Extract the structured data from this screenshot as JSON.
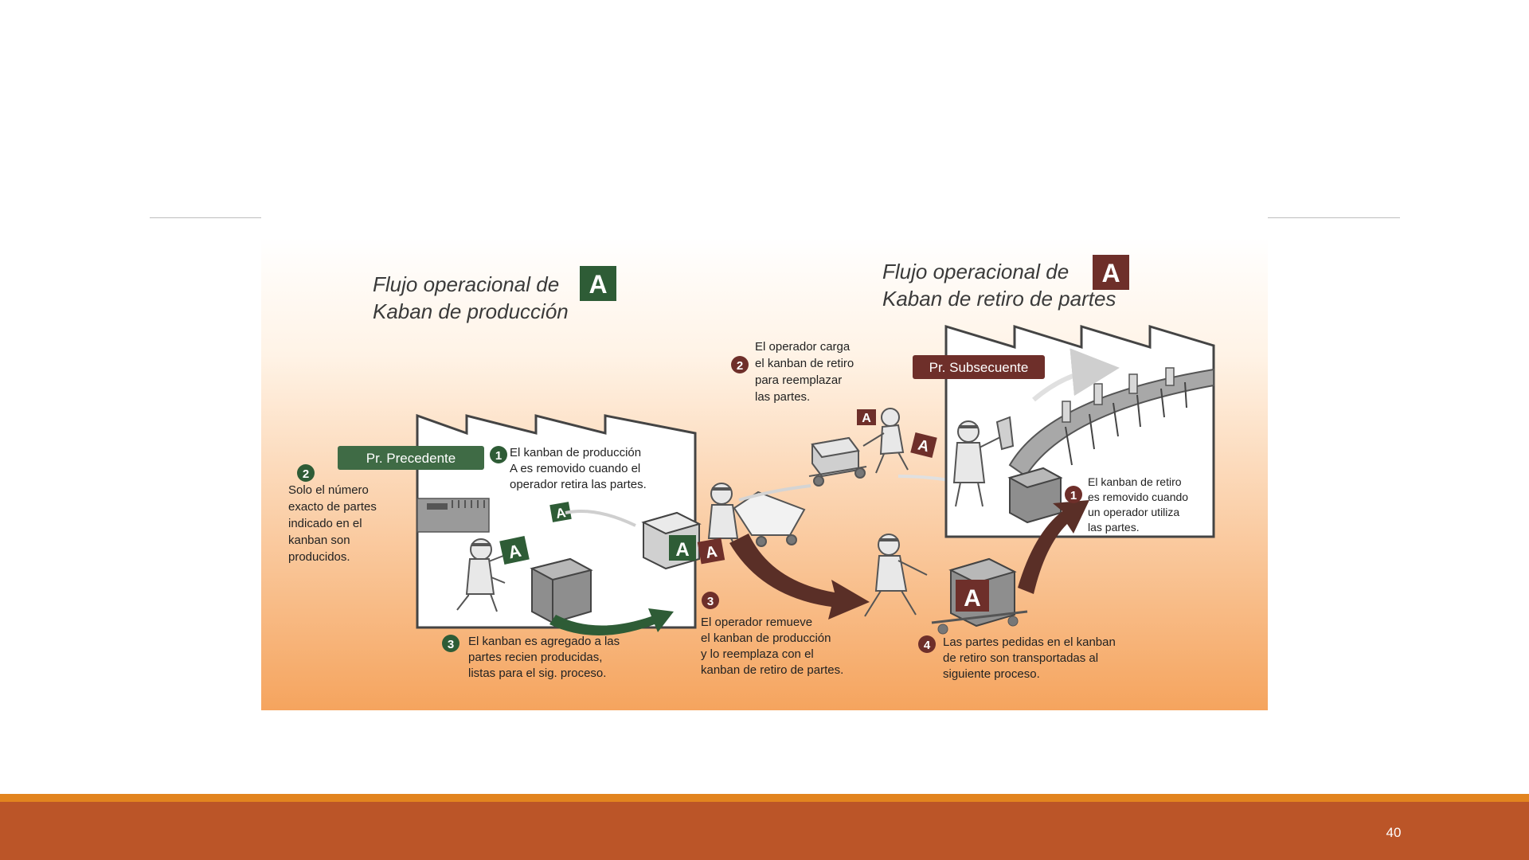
{
  "slide": {
    "page_number": "40"
  },
  "diagram": {
    "left_title": {
      "line1": "Flujo operacional de",
      "line2": "Kaban de producción",
      "badge": "A"
    },
    "right_title": {
      "line1": "Flujo operacional de",
      "line2": "Kaban de retiro de partes",
      "badge": "A"
    },
    "left_process_label": "Pr. Precedente",
    "right_process_label": "Pr. Subsecuente",
    "kanban_letter": "A",
    "steps": {
      "prod_1": {
        "number": "1",
        "lines": [
          "El kanban de producción",
          "A es removido cuando el",
          "operador retira las partes."
        ]
      },
      "prod_2": {
        "number": "2",
        "lines": [
          "Solo el número",
          "exacto de partes",
          "indicado en el",
          "kanban son",
          "producidos."
        ]
      },
      "prod_3": {
        "number": "3",
        "lines": [
          "El kanban es agregado a las",
          "partes recien producidas,",
          "listas para el sig. proceso."
        ]
      },
      "ret_1": {
        "number": "1",
        "lines": [
          "El kanban de retiro",
          "es removido cuando",
          "un operador utiliza",
          "las partes."
        ]
      },
      "ret_2": {
        "number": "2",
        "lines": [
          "El operador carga",
          "el kanban de retiro",
          "para reemplazar",
          "las partes."
        ]
      },
      "ret_3": {
        "number": "3",
        "lines": [
          "El operador remueve",
          "el kanban de producción",
          "y lo reemplaza con el",
          "kanban de retiro de partes."
        ]
      },
      "ret_4": {
        "number": "4",
        "lines": [
          "Las partes pedidas en el kanban",
          "de retiro son transportadas al",
          "siguiente proceso."
        ]
      }
    },
    "colors": {
      "green": "#2e5c36",
      "maroon": "#6e2f2a",
      "arrow_brown": "#5a2f27",
      "bg_top": "#ffffff",
      "bg_bottom": "#f5a45e"
    }
  }
}
